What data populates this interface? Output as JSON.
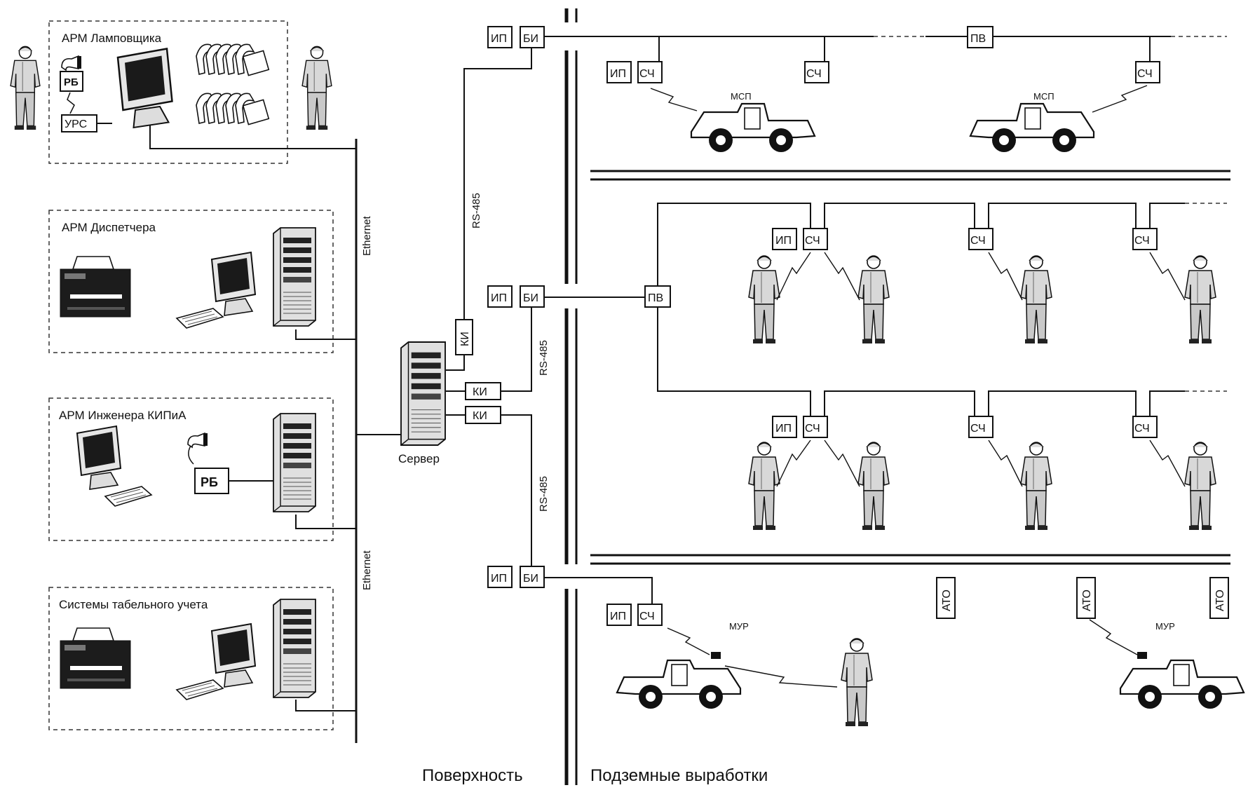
{
  "workstations": {
    "lamp": "АРМ Ламповщика",
    "dispatcher": "АРМ Диспетчера",
    "engineer": "АРМ Инженера КИПиА",
    "timesheet": "Системы табельного учета"
  },
  "devices": {
    "rb": "РБ",
    "urs": "УРС",
    "ip": "ИП",
    "bi": "БИ",
    "ki": "КИ",
    "sch": "СЧ",
    "pv": "ПВ",
    "ato": "АТО",
    "msp": "МСП",
    "mur": "МУР"
  },
  "network": {
    "ethernet": "Ethernet",
    "rs485": "RS-485",
    "server": "Сервер"
  },
  "zones": {
    "surface": "Поверхность",
    "underground": "Подземные выработки"
  },
  "icons": [
    "worker-icon",
    "monitor-icon",
    "printer-icon",
    "server-tower-icon",
    "keyboard-icon",
    "lamp-icon",
    "truck-icon",
    "charging-rack-icon"
  ]
}
